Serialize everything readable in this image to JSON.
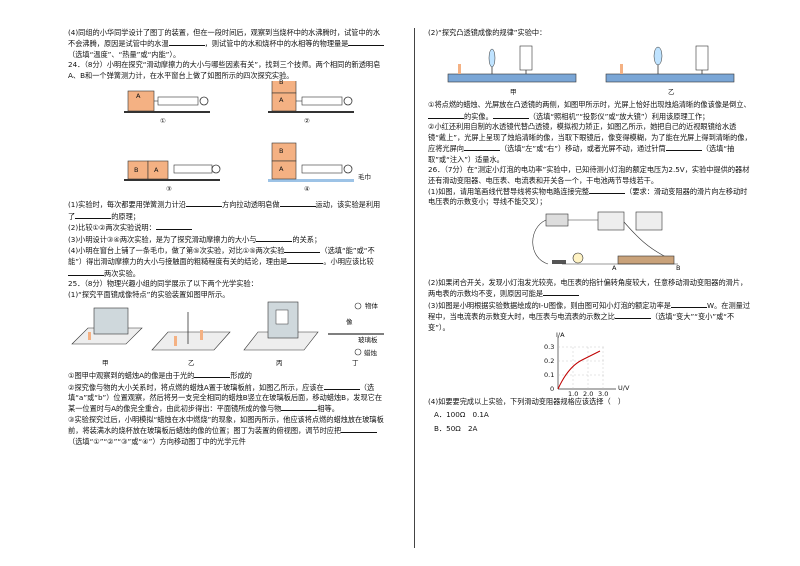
{
  "left": {
    "q23_4": "(4)同组的小华同学设计了图丁的装置，但在一段时间后，观察到当烧杯中的水沸腾时，试管中的水不会沸腾，原因是试管中的水温",
    "q23_4b": "，则试管中的水和烧杯中的水相等的物理量是",
    "q23_4c": "（选填“温度”、“热量”或“内能”）。",
    "q24_intro": "24．（8分）小明在探究“滑动摩擦力的大小与哪些因素有关”，找到三个技师。两个相同的新透明皂A、B和一个弹簧测力计，在水平窗台上做了如图所示的四次探究实验。",
    "fig1_labels": [
      "①",
      "②",
      "③",
      "④"
    ],
    "block_labels": {
      "a": "A",
      "b": "B"
    },
    "towel_label": "毛巾",
    "q24_1": "(1)实验时，每次都要用弹簧测力计沿",
    "q24_1b": "方向拉动透明皂做",
    "q24_1c": "运动，该实验是利用了",
    "q24_1d": "的原理；",
    "q24_2": "(2)比较①②两次实验说明：",
    "q24_3": "(3)小明设计③④两次实验，是为了探究滑动摩擦力的大小与",
    "q24_3b": "的关系；",
    "q24_4": "(4)小明在窗台上铺了一条毛巾，做了第⑤次实验，对比①⑤两次实验",
    "q24_4b": "（选填“能”或“不能”）得出滑动摩擦力的大小与接触面的粗糙程度有关的结论，理由是",
    "q24_4c": "。小明应该比较",
    "q24_4d": "两次实验。",
    "q25_intro": "25．（8分）物理兴趣小组的同学展示了以下两个光学实验：",
    "q25_1_title": "(1)“探究平面镜成像特点”的实验装置如图甲所示。",
    "fig2_labels": [
      "甲",
      "乙",
      "丙",
      "丁"
    ],
    "fig2_small": [
      "像",
      "物体",
      "玻璃板",
      "蜡烛"
    ],
    "q25_s1": "①图甲中观察到的蜡烛A的像是由于光的",
    "q25_s1b": "形成的",
    "q25_s2": "②探究像与物的大小关系时，将点燃的蜡烛A置于玻璃板前，如图乙所示，应该在",
    "q25_s2b": "（选填“a”或“b”）位置观察，然后将另一支完全相同的蜡烛B竖立在玻璃板后面，移动蜡烛B，发现它在某一位置时与A的像完全重合，由此初步得出：平面镜所成的像与物",
    "q25_s2c": "相等。",
    "q25_s3": "③实验探究过后，小明模拟“蜡烛在水中燃烧”的现象，如图丙所示，他应该将点燃的蜡烛放在玻璃板前，将装满水的烧杯放在玻璃板后蜡烛的像的位置；图丁为装置的俯视图，调节时应把",
    "q25_s3b": "（选填“①”“②”“③”或“④”）方向移动图丁中的光学元件"
  },
  "right": {
    "q25_2_title": "(2)“探究凸透镜成像的规律”实验中：",
    "fig3_labels": [
      "甲",
      "乙"
    ],
    "q25_r1": "①将点燃的蜡烛、光屏放在凸透镜的两侧，如图甲所示时，光屏上恰好出现烛焰清晰的像该像是倒立、",
    "q25_r1b": "的实像。",
    "q25_r1c": "（选填“照相机”“投影仪”或“放大镜”）利用该原理工作；",
    "q25_r2": "②小红还利用自制的水透镜代替凸透镜，模拟视力矫正，如图乙所示，她把自己的近视眼镜给水透镜“戴上”，光屏上呈现了烛焰清晰的像，当取下眼镜后，像变得模糊，为了能在光屏上得到清晰的像，应将光屏向",
    "q25_r2b": "（选填“左”或“右”）移动，或者光屏不动，通过针筒",
    "q25_r2c": "（选填“抽取”或“注入”）适量水。",
    "q26_intro": "26．（7分）在“测定小灯泡的电功率”实验中，已知待测小灯泡的额定电压为2.5V，实验中提供的器材还有滑动变阻器、电压表、电流表和开关各一个，干电池两节导线若干。",
    "q26_1": "(1)如图，请用笔画线代替导线将实物电路连接完整",
    "q26_1b": "（要求：滑动变阻器的滑片向左移动时电压表的示数变小；导线不能交叉）；",
    "circuit_labels": [
      "A",
      "B"
    ],
    "q26_2": "(2)如果闭合开关，发现小灯泡发光较亮，电压表的指针偏转角度较大，任意移动滑动变阻器的滑片，两电表的示数均不变，则原因可能是",
    "q26_3": "(3)如图是小明根据实验数据绘成的I-U图像，则由图可知小灯泡的额定功率是",
    "q26_3b": "W。在测量过程中，当电流表的示数变大时，电压表与电流表的示数之比",
    "q26_3c": "（选填“变大”“变小”或“不变”）。",
    "graph": {
      "ylabel": "I/A",
      "xlabel": "U/V",
      "yticks": [
        "0.3",
        "0.2",
        "0.1",
        "0"
      ],
      "xticks": [
        "1.0",
        "2.0",
        "3.0"
      ]
    },
    "q26_4": "(4)如要要完成以上实验，下列滑动变阻器规格应该选择（　）",
    "optA": "A．100Ω　0.1A",
    "optB": "B．50Ω　2A"
  }
}
